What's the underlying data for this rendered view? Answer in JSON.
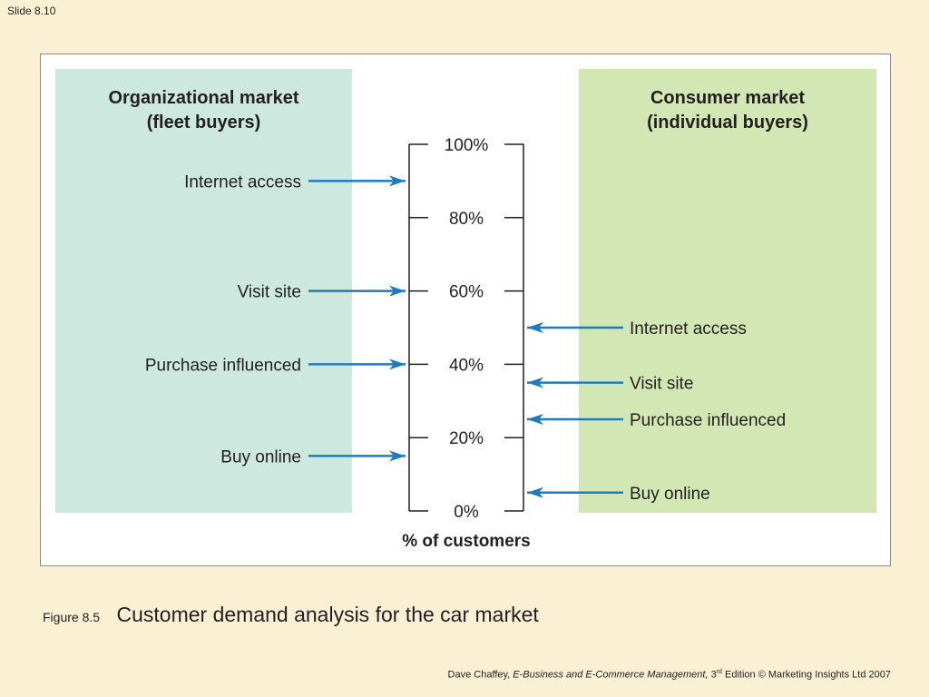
{
  "slide_label": "Slide 8.10",
  "diagram": {
    "left_panel": {
      "title_line1": "Organizational market",
      "title_line2": "(fleet buyers)",
      "items": [
        {
          "label": "Internet access",
          "value": 90
        },
        {
          "label": "Visit site",
          "value": 60
        },
        {
          "label": "Purchase influenced",
          "value": 40
        },
        {
          "label": "Buy online",
          "value": 15
        }
      ]
    },
    "right_panel": {
      "title_line1": "Consumer market",
      "title_line2": "(individual buyers)",
      "items": [
        {
          "label": "Internet access",
          "value": 50
        },
        {
          "label": "Visit site",
          "value": 35
        },
        {
          "label": "Purchase influenced",
          "value": 25
        },
        {
          "label": "Buy online",
          "value": 5
        }
      ]
    },
    "scale": {
      "ticks": [
        "100%",
        "80%",
        "60%",
        "40%",
        "20%",
        "0%"
      ],
      "tick_values": [
        100,
        80,
        60,
        40,
        20,
        0
      ],
      "axis_label": "% of customers",
      "min": 0,
      "max": 100
    },
    "colors": {
      "left_panel": "#cde8df",
      "right_panel": "#d3e7b4",
      "arrow": "#1f7bbf",
      "axis": "#231f20"
    }
  },
  "caption": {
    "figure_label": "Figure 8.5",
    "title": "Customer demand analysis for the car market"
  },
  "footer": {
    "author": "Dave Chaffey,",
    "book_title": "E-Business and E-Commerce Management,",
    "edition_number": "3",
    "edition_suffix": "rd",
    "rest": "Edition © Marketing Insights Ltd 2007"
  }
}
